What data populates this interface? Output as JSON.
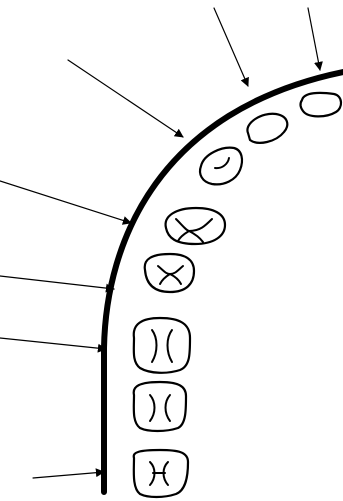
{
  "diagram": {
    "type": "dental-arch-schematic",
    "colors": {
      "background": "#ffffff",
      "ink": "#000000"
    },
    "arch_line_count": 1,
    "pointer_arrow_count": 7,
    "tooth_count": 8,
    "tooth_icons": [
      "tooth-oval-icon",
      "tooth-oval-icon",
      "tooth-triangular-icon",
      "tooth-molar-icon",
      "tooth-molar-icon",
      "tooth-molar-icon",
      "tooth-molar-icon",
      "tooth-molar-icon"
    ]
  }
}
